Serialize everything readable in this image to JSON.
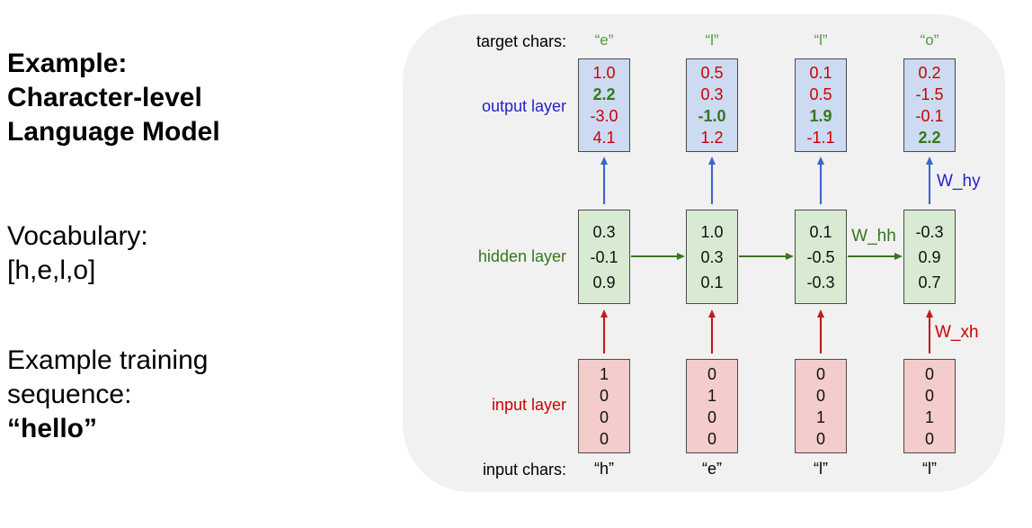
{
  "left_panel": {
    "title_lines": [
      "Example:",
      "Character-level",
      "Language Model"
    ],
    "vocab_lines": [
      "Vocabulary:",
      "[h,e,l,o]"
    ],
    "training_lines": [
      "Example training",
      "sequence:"
    ],
    "training_sequence": "“hello”"
  },
  "diagram": {
    "labels": {
      "target_chars": "target chars:",
      "output_layer": "output layer",
      "hidden_layer": "hidden layer",
      "input_layer": "input layer",
      "input_chars": "input chars:"
    },
    "weights": {
      "w_hy": "W_hy",
      "w_hh": "W_hh",
      "w_xh": "W_xh"
    },
    "columns": [
      {
        "target": "“e”",
        "input_char": "“h”",
        "output": [
          "1.0",
          "2.2",
          "-3.0",
          "4.1"
        ],
        "output_highlight": 1,
        "hidden": [
          "0.3",
          "-0.1",
          "0.9"
        ],
        "input": [
          "1",
          "0",
          "0",
          "0"
        ]
      },
      {
        "target": "“l”",
        "input_char": "“e”",
        "output": [
          "0.5",
          "0.3",
          "-1.0",
          "1.2"
        ],
        "output_highlight": 2,
        "hidden": [
          "1.0",
          "0.3",
          "0.1"
        ],
        "input": [
          "0",
          "1",
          "0",
          "0"
        ]
      },
      {
        "target": "“l”",
        "input_char": "“l”",
        "output": [
          "0.1",
          "0.5",
          "1.9",
          "-1.1"
        ],
        "output_highlight": 2,
        "hidden": [
          "0.1",
          "-0.5",
          "-0.3"
        ],
        "input": [
          "0",
          "0",
          "1",
          "0"
        ]
      },
      {
        "target": "“o”",
        "input_char": "“l”",
        "output": [
          "0.2",
          "-1.5",
          "-0.1",
          "2.2"
        ],
        "output_highlight": 3,
        "hidden": [
          "-0.3",
          "0.9",
          "0.7"
        ],
        "input": [
          "0",
          "0",
          "1",
          "0"
        ]
      }
    ]
  },
  "colors": {
    "red": "#cc0000",
    "red_arrow": "#c11a1a",
    "green_dark": "#38761d",
    "green_target": "#4e9a3e",
    "blue_label": "#2323cc",
    "blue_arrow": "#3a66cc",
    "output_box": "#ccdaf2",
    "hidden_box": "#d9ead3",
    "input_box": "#f4cccc",
    "panel_bg": "#f1f1f1",
    "box_border": "#4a4a4a",
    "text": "#111111"
  }
}
